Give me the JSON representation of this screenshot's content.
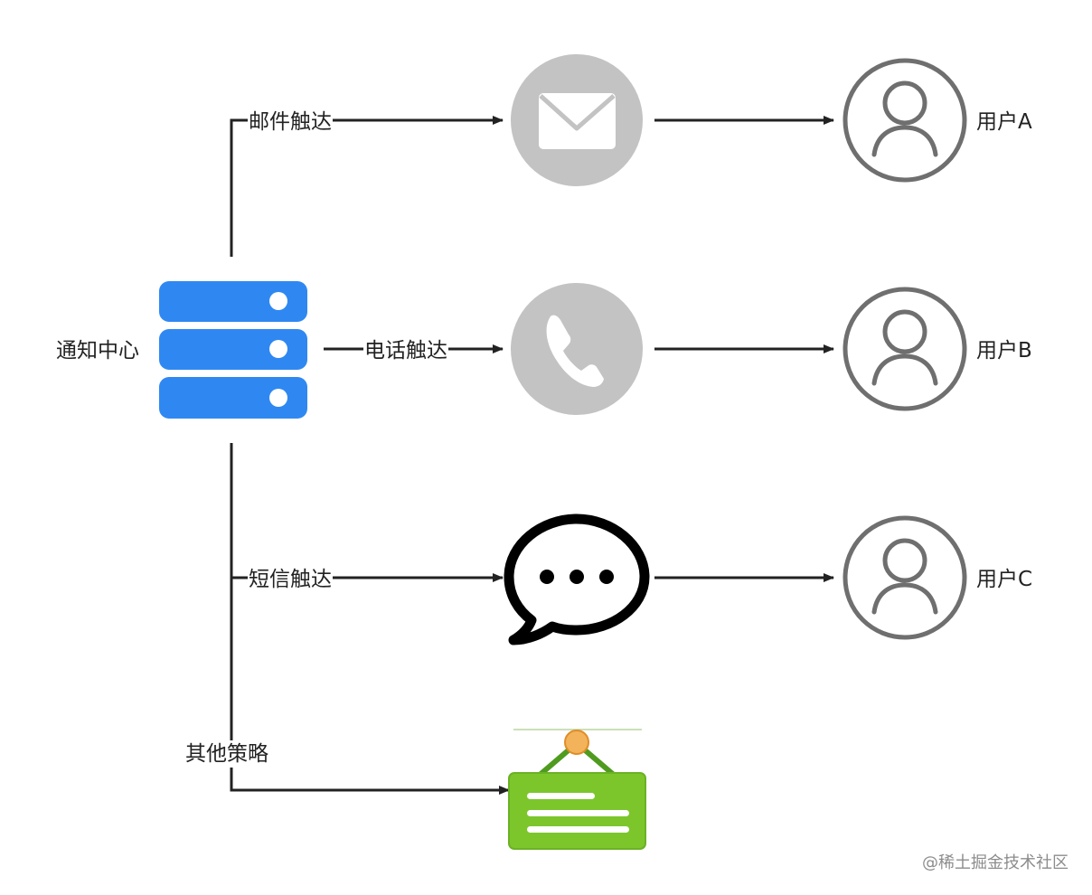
{
  "hub": {
    "label": "通知中心"
  },
  "channels": [
    {
      "id": "email",
      "edge_label": "邮件触达",
      "icon": "envelope-icon"
    },
    {
      "id": "phone",
      "edge_label": "电话触达",
      "icon": "phone-icon"
    },
    {
      "id": "sms",
      "edge_label": "短信触达",
      "icon": "chat-bubble-icon"
    },
    {
      "id": "other",
      "edge_label": "其他策略",
      "icon": "hanging-sign-icon"
    }
  ],
  "users": [
    {
      "label": "用户A",
      "icon": "user-icon"
    },
    {
      "label": "用户B",
      "icon": "user-icon"
    },
    {
      "label": "用户C",
      "icon": "user-icon"
    }
  ],
  "watermark": "@稀土掘金技术社区",
  "colors": {
    "server_blue": "#2f88f2",
    "channel_gray": "#c3c3c3",
    "user_gray": "#6f6f6f",
    "sign_green": "#7cc62c",
    "sign_dark_green": "#4f9b1f",
    "knob_orange": "#f3b35b",
    "line": "#222222"
  }
}
